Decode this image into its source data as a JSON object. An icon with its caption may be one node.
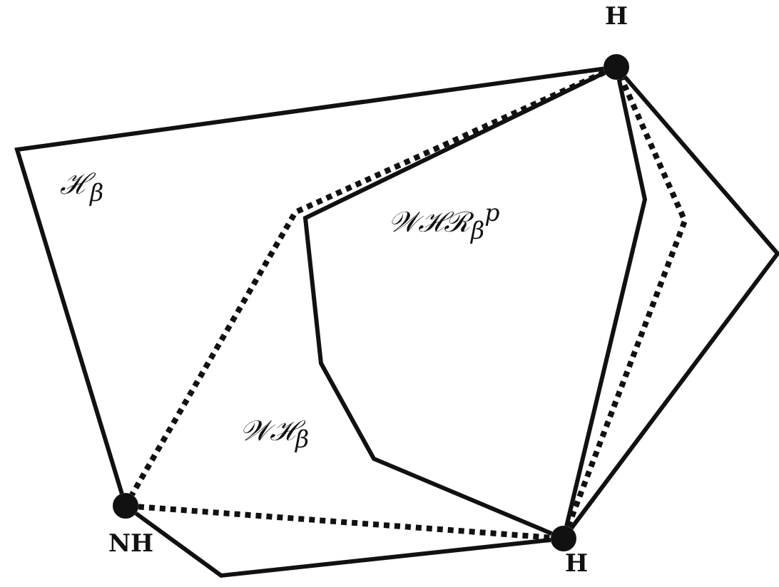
{
  "diagram": {
    "nodes": [
      {
        "text": [],
        "shape": "circle",
        "beside": [
          "H"
        ]
      },
      {
        "text": [],
        "shape": "circle",
        "beside": [
          "NH"
        ]
      },
      {
        "text": [],
        "shape": "circle",
        "beside": [
          "H"
        ]
      }
    ],
    "edges": [
      {
        "from": 0,
        "to": 1,
        "arrow": "none"
      },
      {
        "from": 1,
        "to": 2,
        "arrow": "none"
      },
      {
        "from": 2,
        "to": 0,
        "arrow": "none"
      },
      {
        "from": 0,
        "to": 1,
        "arrow": "none",
        "style": "dashed"
      },
      {
        "from": 1,
        "to": 2,
        "arrow": "none",
        "style": "dashed"
      },
      {
        "from": 2,
        "to": 0,
        "arrow": "none",
        "style": "dashed"
      },
      {
        "from": 0,
        "to": 2,
        "arrow": "none"
      },
      {
        "from": 2,
        "to": 0,
        "arrow": "none"
      }
    ],
    "labels": [
      "ℋ$_{β}$",
      "𝒲ℋℛ$_{β}$$^{p}$",
      "𝒲ℋ$_{β}$"
    ]
  }
}
